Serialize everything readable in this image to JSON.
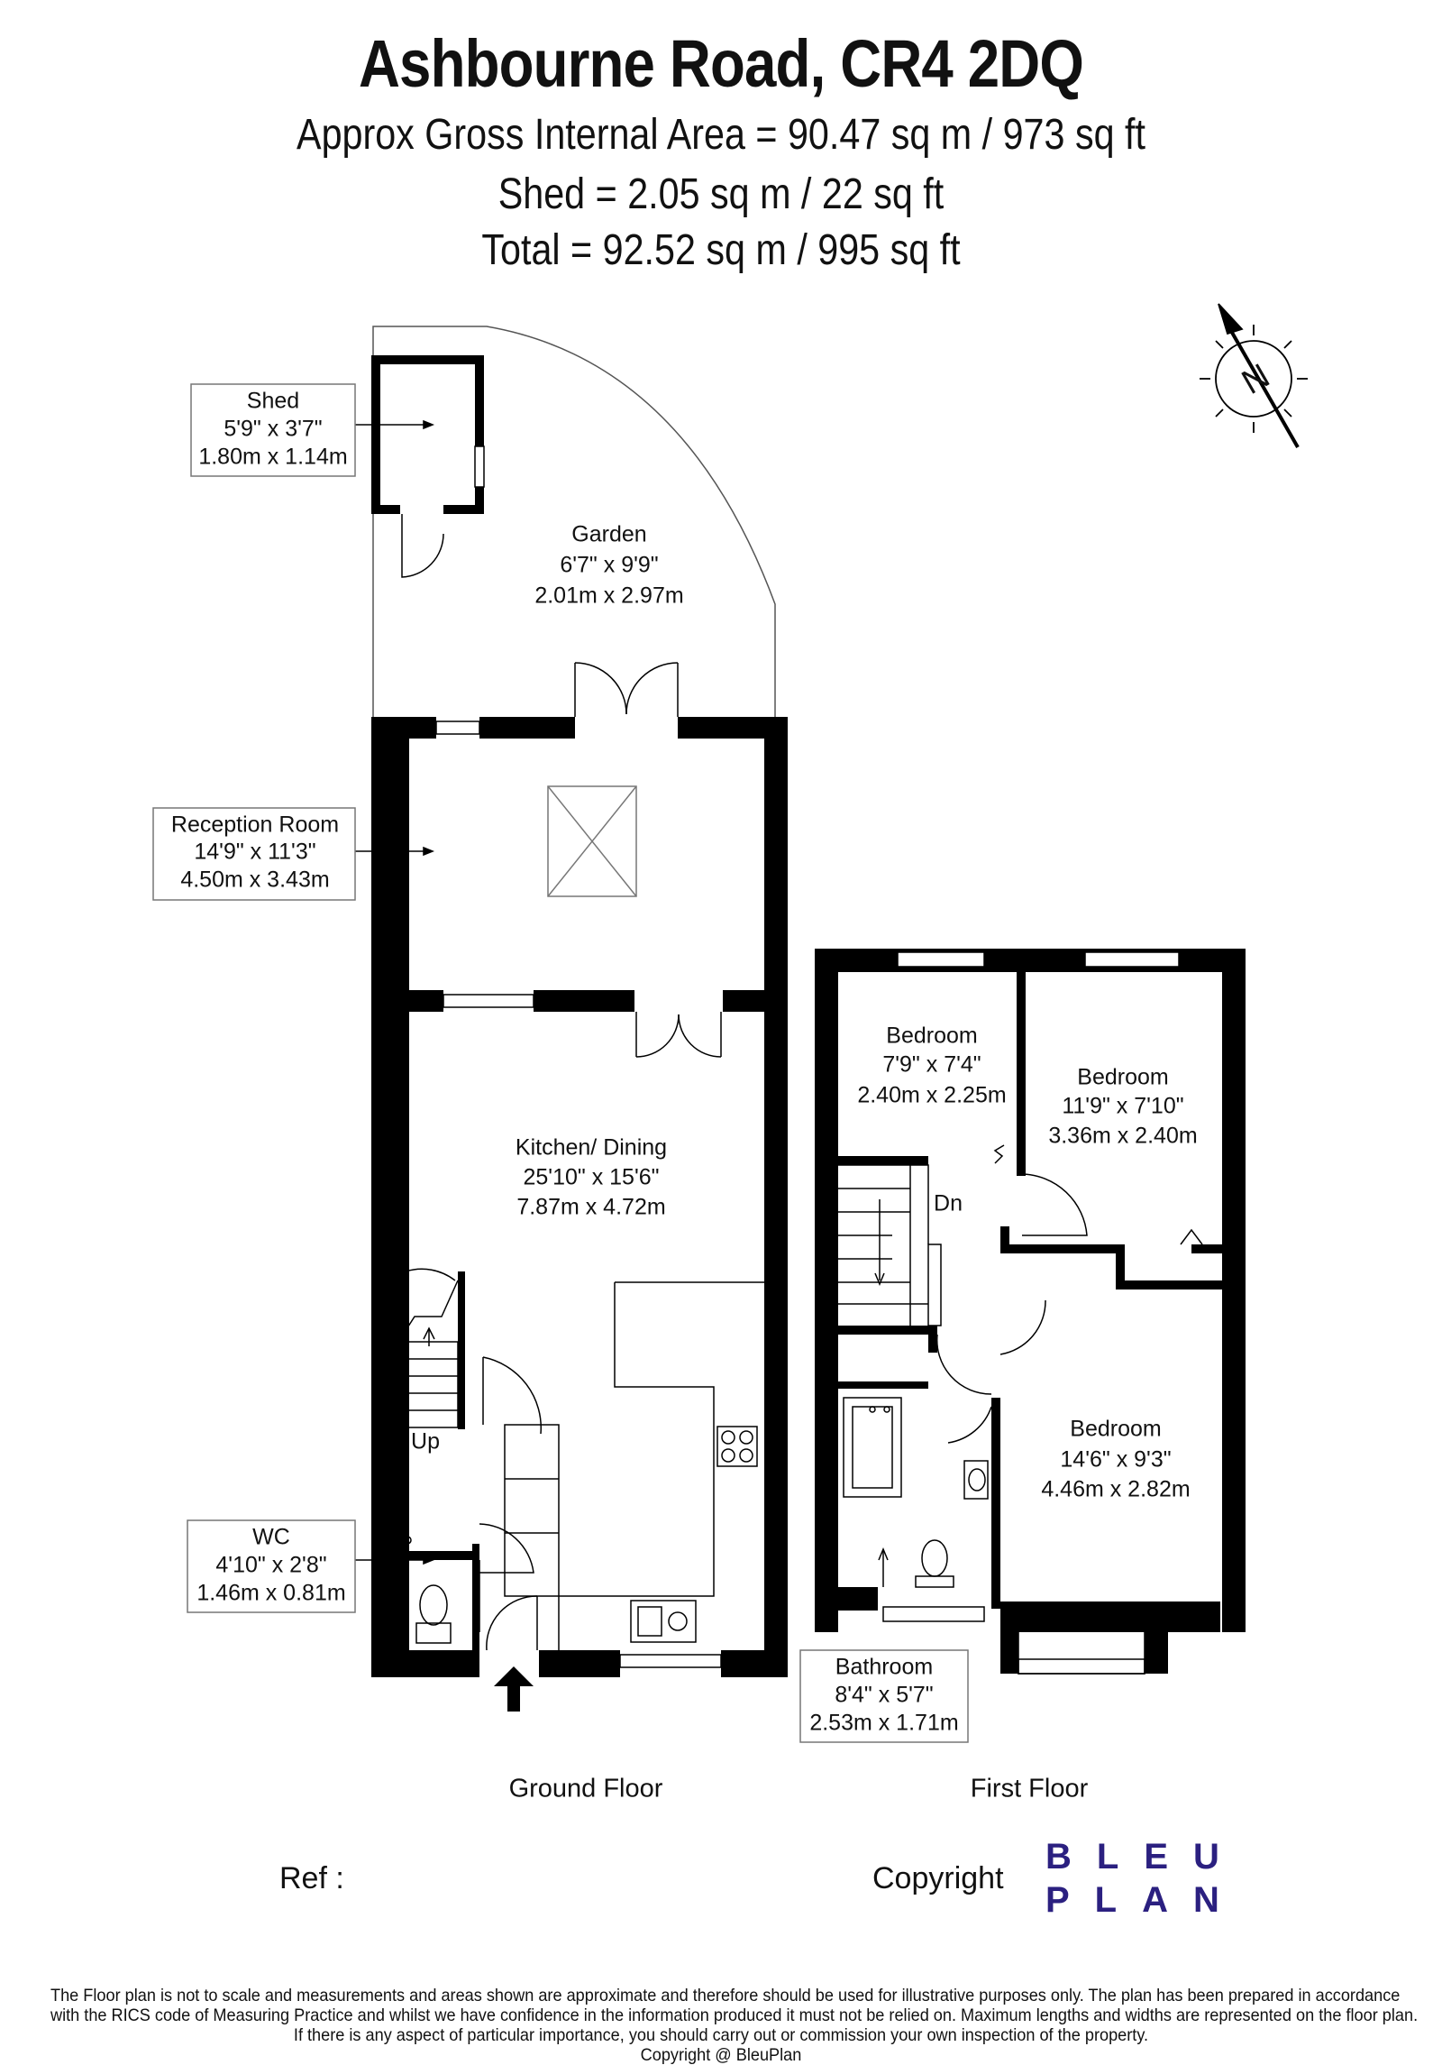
{
  "header": {
    "title": "Ashbourne Road, CR4 2DQ",
    "line1": "Approx Gross Internal Area = 90.47 sq m / 973 sq ft",
    "line2": "Shed = 2.05 sq m / 22 sq ft",
    "line3": "Total = 92.52 sq m / 995 sq ft"
  },
  "rooms": {
    "shed": {
      "name": "Shed",
      "imperial": "5'9\" x 3'7\"",
      "metric": "1.80m x 1.14m"
    },
    "garden": {
      "name": "Garden",
      "imperial": "6'7\" x 9'9\"",
      "metric": "2.01m x 2.97m"
    },
    "reception": {
      "name": "Reception Room",
      "imperial": "14'9\" x 11'3\"",
      "metric": "4.50m x 3.43m"
    },
    "kitchen": {
      "name": "Kitchen/ Dining",
      "imperial": "25'10\" x 15'6\"",
      "metric": "7.87m x 4.72m"
    },
    "wc": {
      "name": "WC",
      "imperial": "4'10\" x 2'8\"",
      "metric": "1.46m x 0.81m"
    },
    "bedroom1": {
      "name": "Bedroom",
      "imperial": "7'9\" x 7'4\"",
      "metric": "2.40m x 2.25m"
    },
    "bedroom2": {
      "name": "Bedroom",
      "imperial": "11'9\" x 7'10\"",
      "metric": "3.36m x 2.40m"
    },
    "bedroom3": {
      "name": "Bedroom",
      "imperial": "14'6\" x 9'3\"",
      "metric": "4.46m x 2.82m"
    },
    "bathroom": {
      "name": "Bathroom",
      "imperial": "8'4\" x 5'7\"",
      "metric": "2.53m x 1.71m"
    }
  },
  "stairs": {
    "up": "Up",
    "down": "Dn"
  },
  "compass": {
    "letter": "N"
  },
  "floors": {
    "ground": "Ground Floor",
    "first": "First Floor"
  },
  "footer": {
    "ref": "Ref  :",
    "copyright": "Copyright",
    "logo_line1": "BLEU",
    "logo_line2": "PLAN",
    "brand_color": "#2b2080",
    "disclaimer1": "The Floor plan is not to scale and measurements and areas shown are approximate and therefore should be used for illustrative purposes only. The plan has been prepared in accordance",
    "disclaimer2": "with the RICS code of Measuring Practice and whilst we have confidence in the information produced it must not be relied on. Maximum lengths and widths are represented on the floor plan.",
    "disclaimer3": "If there is any aspect of particular importance, you should carry out or commission your own inspection of the property.",
    "disclaimer4": "Copyright @ BleuPlan"
  }
}
